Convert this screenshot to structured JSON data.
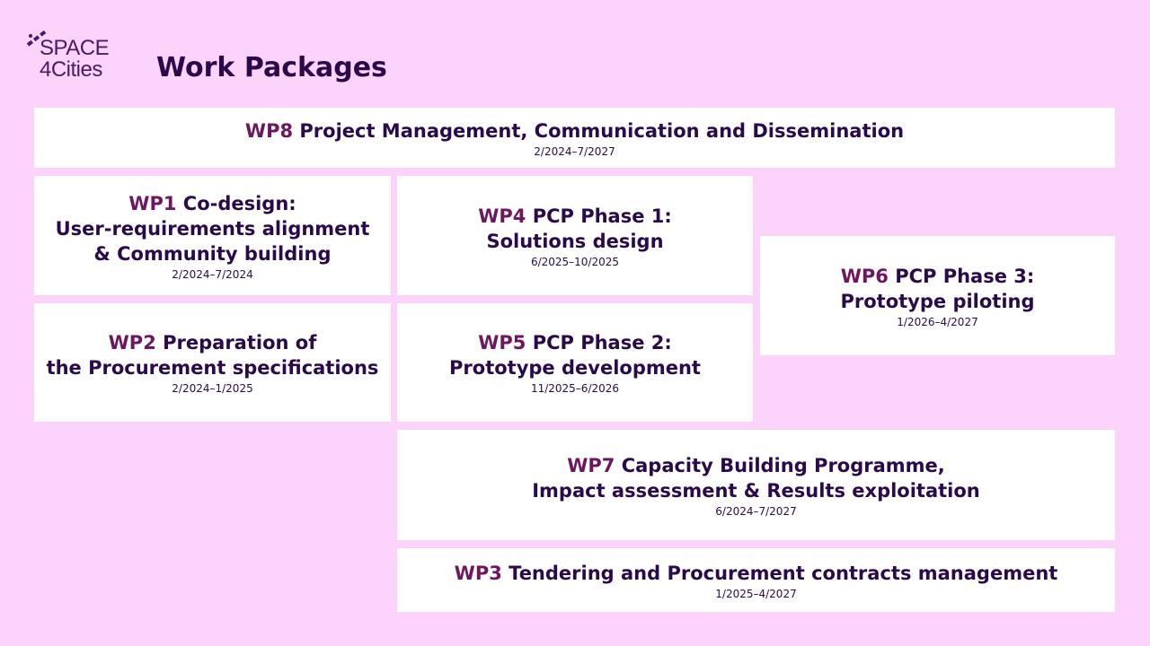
{
  "logo": {
    "line1": "SPACE",
    "line2": "4Cities"
  },
  "title": "Work Packages",
  "packages": [
    {
      "id": "WP8",
      "lines": [
        "Project Management, Communication and Dissemination"
      ],
      "dates": "2/2024–7/2027"
    },
    {
      "id": "WP1",
      "lines": [
        "Co-design:",
        "User-requirements alignment",
        "& Community building"
      ],
      "dates": "2/2024–7/2024"
    },
    {
      "id": "WP4",
      "lines": [
        "PCP Phase 1:",
        "Solutions design"
      ],
      "dates": "6/2025–10/2025"
    },
    {
      "id": "WP6",
      "lines": [
        "PCP Phase 3:",
        "Prototype piloting"
      ],
      "dates": "1/2026–4/2027"
    },
    {
      "id": "WP2",
      "lines": [
        "Preparation of",
        "the Procurement specifications"
      ],
      "dates": "2/2024–1/2025"
    },
    {
      "id": "WP5",
      "lines": [
        "PCP Phase 2:",
        "Prototype development"
      ],
      "dates": "11/2025–6/2026"
    },
    {
      "id": "WP7",
      "lines": [
        "Capacity Building Programme,",
        "Impact assessment & Results exploitation"
      ],
      "dates": "6/2024–7/2027"
    },
    {
      "id": "WP3",
      "lines": [
        "Tendering and Procurement contracts management"
      ],
      "dates": "1/2025–4/2027"
    }
  ]
}
